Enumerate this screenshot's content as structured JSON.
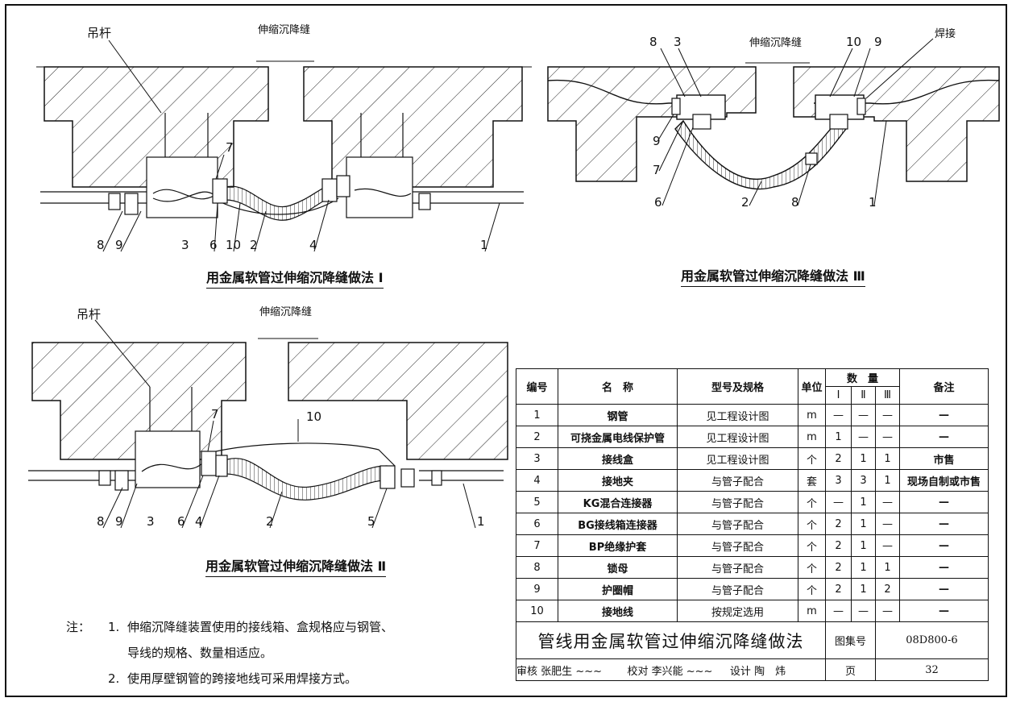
{
  "diagram1": {
    "caption": "用金属软管过伸缩沉降缝做法 Ⅰ",
    "joint_label": "伸缩沉降缝",
    "hanger_label": "吊杆",
    "callouts": [
      "8",
      "9",
      "3",
      "6",
      "10",
      "2",
      "4",
      "1",
      "7"
    ]
  },
  "diagram2": {
    "caption": "用金属软管过伸缩沉降缝做法 Ⅱ",
    "joint_label": "伸缩沉降缝",
    "hanger_label": "吊杆",
    "callouts": [
      "8",
      "9",
      "3",
      "6",
      "4",
      "2",
      "5",
      "1",
      "7",
      "10"
    ]
  },
  "diagram3": {
    "caption": "用金属软管过伸缩沉降缝做法 Ⅲ",
    "joint_label": "伸缩沉降缝",
    "weld_label": "焊接",
    "callouts": [
      "8",
      "3",
      "10",
      "9",
      "9",
      "7",
      "6",
      "2",
      "8",
      "1"
    ]
  },
  "notes": {
    "head": "注：",
    "items": [
      {
        "num": "1.",
        "text": "伸缩沉降缝装置使用的接线箱、盒规格应与钢管、",
        "cont": "导线的规格、数量相适应。"
      },
      {
        "num": "2.",
        "text": "使用厚壁钢管的跨接地线可采用焊接方式。"
      }
    ]
  },
  "bom": {
    "headers": {
      "no": "编号",
      "name": "名　称",
      "spec": "型号及规格",
      "unit": "单位",
      "qty": "数　量",
      "remark": "备注",
      "q1": "Ⅰ",
      "q2": "Ⅱ",
      "q3": "Ⅲ"
    },
    "rows": [
      {
        "no": "1",
        "name": "钢管",
        "spec": "见工程设计图",
        "unit": "m",
        "q1": "—",
        "q2": "—",
        "q3": "—",
        "remark": "—"
      },
      {
        "no": "2",
        "name": "可挠金属电线保护管",
        "spec": "见工程设计图",
        "unit": "m",
        "q1": "1",
        "q2": "—",
        "q3": "—",
        "remark": "—"
      },
      {
        "no": "3",
        "name": "接线盒",
        "spec": "见工程设计图",
        "unit": "个",
        "q1": "2",
        "q2": "1",
        "q3": "1",
        "remark": "市售"
      },
      {
        "no": "4",
        "name": "接地夹",
        "spec": "与管子配合",
        "unit": "套",
        "q1": "3",
        "q2": "3",
        "q3": "1",
        "remark": "现场自制或市售"
      },
      {
        "no": "5",
        "name": "KG混合连接器",
        "spec": "与管子配合",
        "unit": "个",
        "q1": "—",
        "q2": "1",
        "q3": "—",
        "remark": "—"
      },
      {
        "no": "6",
        "name": "BG接线箱连接器",
        "spec": "与管子配合",
        "unit": "个",
        "q1": "2",
        "q2": "1",
        "q3": "—",
        "remark": "—"
      },
      {
        "no": "7",
        "name": "BP绝缘护套",
        "spec": "与管子配合",
        "unit": "个",
        "q1": "2",
        "q2": "1",
        "q3": "—",
        "remark": "—"
      },
      {
        "no": "8",
        "name": "锁母",
        "spec": "与管子配合",
        "unit": "个",
        "q1": "2",
        "q2": "1",
        "q3": "1",
        "remark": "—"
      },
      {
        "no": "9",
        "name": "护圈帽",
        "spec": "与管子配合",
        "unit": "个",
        "q1": "2",
        "q2": "1",
        "q3": "2",
        "remark": "—"
      },
      {
        "no": "10",
        "name": "接地线",
        "spec": "按规定选用",
        "unit": "m",
        "q1": "—",
        "q2": "—",
        "q3": "—",
        "remark": "—"
      }
    ],
    "title": "管线用金属软管过伸缩沉降缝做法",
    "atlas_label": "图集号",
    "atlas_no": "08D800-6",
    "sign": {
      "review": "审核",
      "reviewer": "张肥生",
      "check": "校对",
      "checker": "李兴能",
      "design": "设计",
      "designer": "陶　炜",
      "page_label": "页",
      "page_no": "32"
    }
  }
}
